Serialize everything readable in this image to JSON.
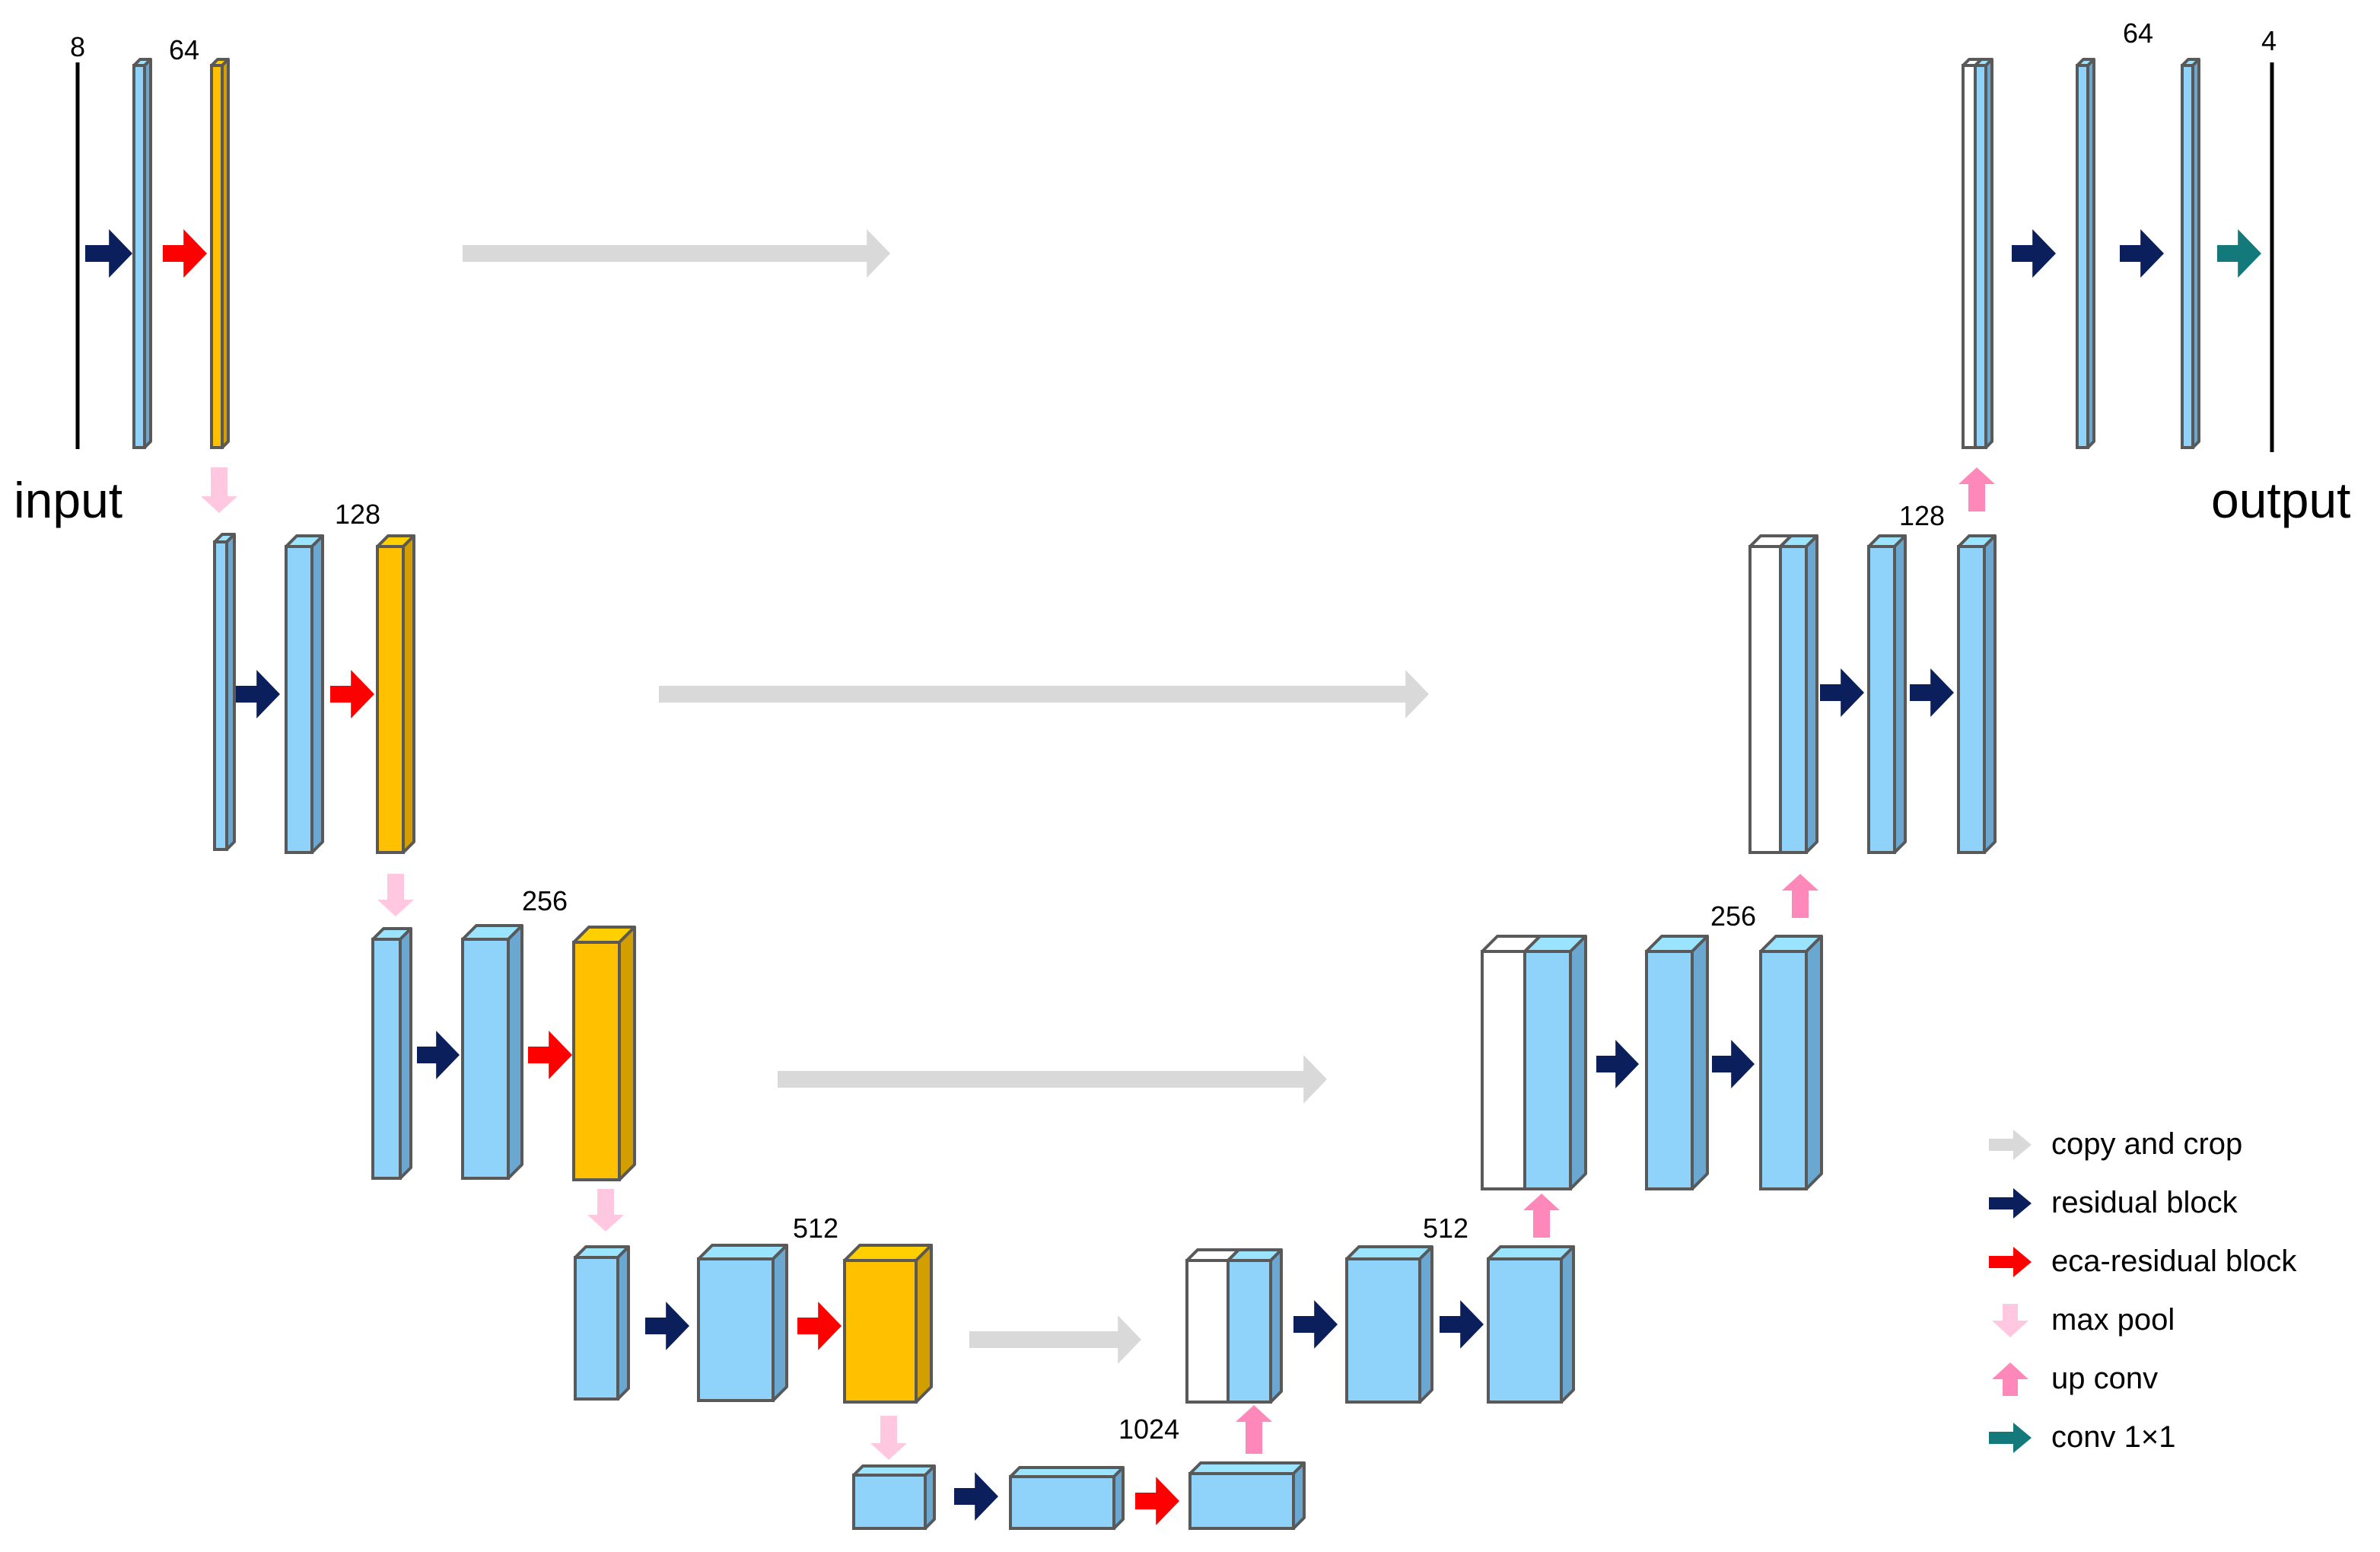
{
  "labels": {
    "input": "input",
    "output": "output",
    "ch_8": "8",
    "ch_64_enc": "64",
    "ch_128_enc": "128",
    "ch_256_enc": "256",
    "ch_512_enc": "512",
    "ch_1024": "1024",
    "ch_512_dec": "512",
    "ch_256_dec": "256",
    "ch_128_dec": "128",
    "ch_64_dec": "64",
    "ch_4": "4"
  },
  "legend": [
    {
      "icon": "copy-and-crop-arrow",
      "color": "#d9d9d9",
      "label": "copy and crop"
    },
    {
      "icon": "residual-block-arrow",
      "color": "#0b1f5c",
      "label": "residual block"
    },
    {
      "icon": "eca-residual-block-arrow",
      "color": "#ff0000",
      "label": "eca-residual block"
    },
    {
      "icon": "max-pool-arrow",
      "color": "#ffc8e0",
      "label": "max pool"
    },
    {
      "icon": "up-conv-arrow",
      "color": "#ff88bb",
      "label": "up conv"
    },
    {
      "icon": "conv-1x1-arrow",
      "color": "#13797a",
      "label": "conv 1×1"
    }
  ],
  "colors": {
    "feature_map": "#8fd3fb",
    "feature_map_side": "#6aa8d2",
    "eca_map": "#ffc000",
    "eca_map_side": "#d29e00",
    "copied_map": "#ffffff",
    "outline": "#595959",
    "residual": "#0b1f5c",
    "eca": "#ff0000",
    "maxpool": "#ffc8e0",
    "upconv": "#ff88bb",
    "conv1x1": "#13797a",
    "copy": "#d9d9d9"
  }
}
